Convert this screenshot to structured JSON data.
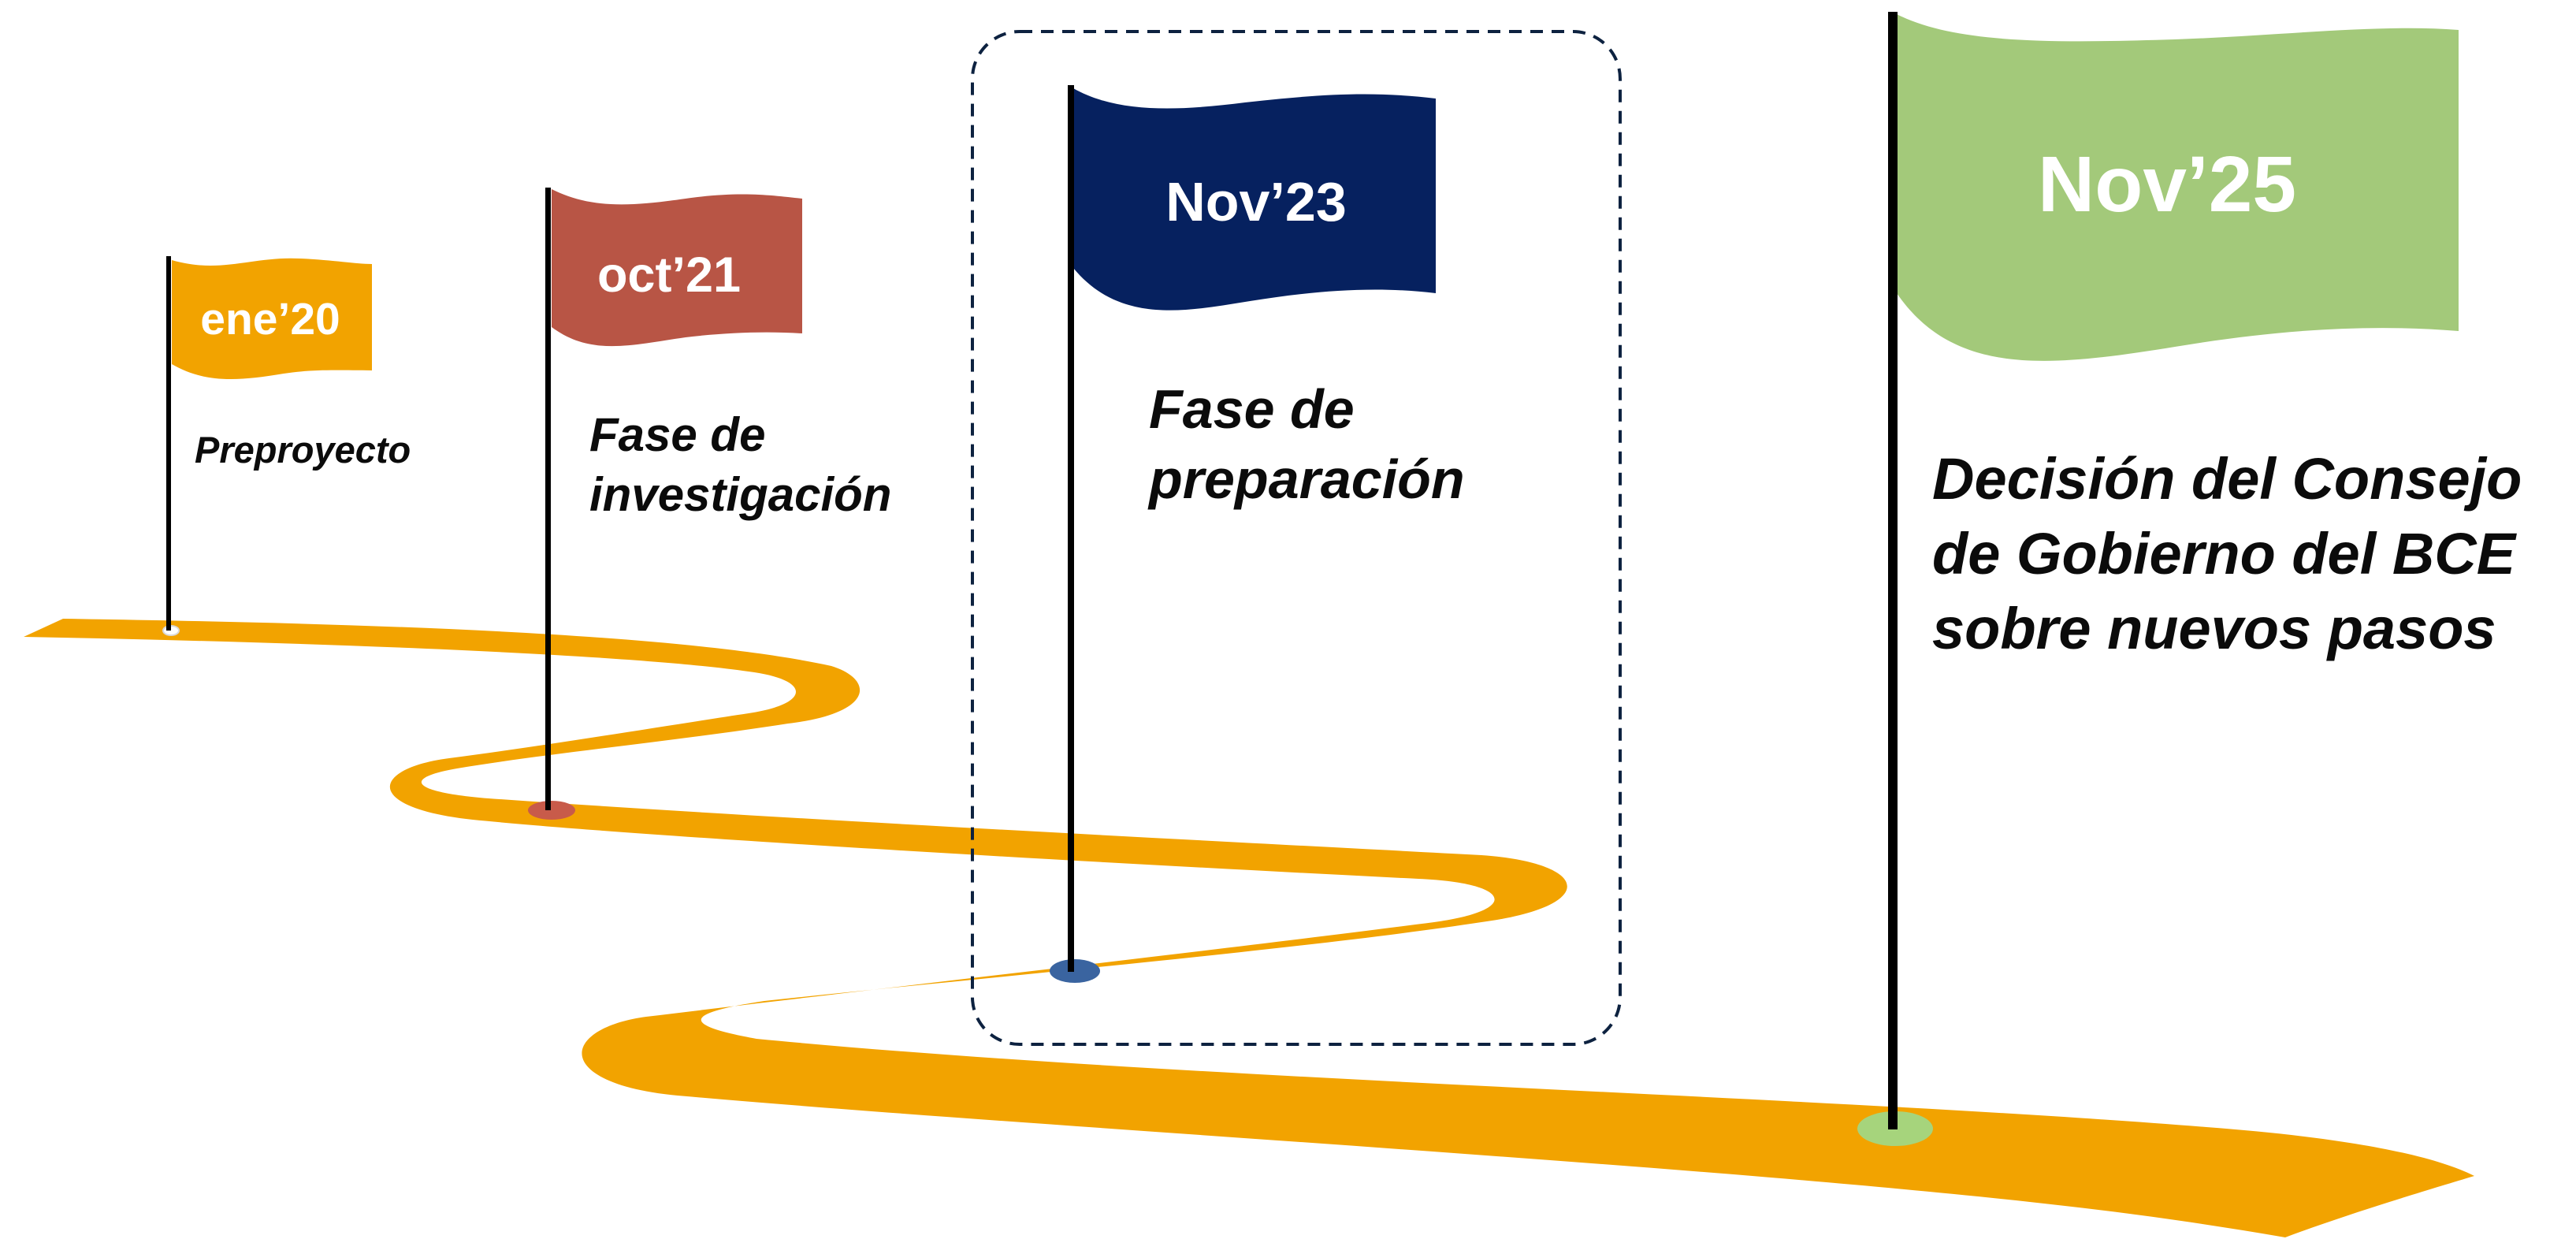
{
  "colors": {
    "road": "#F2A300",
    "pole": "#000000",
    "frame": "#0d2240",
    "flag_2020": "#F2A300",
    "flag_2021": "#B85545",
    "flag_2023": "#06215F",
    "flag_2025": "#A3C97A",
    "base_2020": "#ffffff",
    "base_2021": "#C85B4A",
    "base_2023": "#3A64A0",
    "base_2025": "#A6D47C"
  },
  "milestones": [
    {
      "date": "ene’20",
      "caption": [
        "Preproyecto"
      ]
    },
    {
      "date": "oct’21",
      "caption": [
        "Fase de",
        "investigación"
      ]
    },
    {
      "date": "Nov’23",
      "caption": [
        "Fase de",
        "preparación"
      ]
    },
    {
      "date": "Nov’25",
      "caption": [
        "Decisión del Consejo",
        "de Gobierno del BCE",
        "sobre nuevos pasos"
      ]
    }
  ]
}
